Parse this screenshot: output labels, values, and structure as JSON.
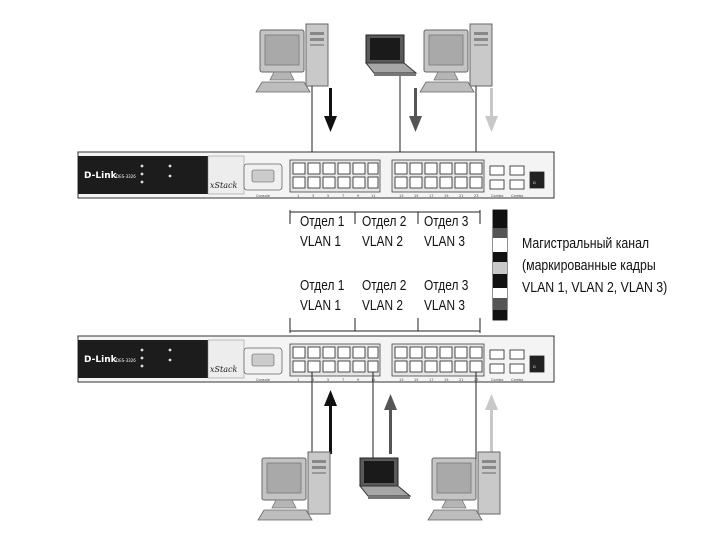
{
  "switch_top": {
    "brand": "D-Link",
    "model": "DES-3326",
    "series": "xStack",
    "console": "Console",
    "port_numbers": [
      "1",
      "3",
      "5",
      "7",
      "9",
      "11",
      "13",
      "15",
      "17",
      "19",
      "21",
      "23"
    ],
    "combo": [
      "Combo",
      "Combo",
      "G"
    ]
  },
  "switch_bottom": {
    "brand": "D-Link",
    "model": "DES-3326",
    "series": "xStack",
    "console": "Console",
    "port_numbers": [
      "1",
      "3",
      "5",
      "7",
      "9",
      "11",
      "13",
      "15",
      "17",
      "19",
      "21",
      "23"
    ],
    "combo": [
      "Combo",
      "Combo",
      "G"
    ]
  },
  "top_groups": [
    {
      "dept": "Отдел 1",
      "vlan": "VLAN 1"
    },
    {
      "dept": "Отдел 2",
      "vlan": "VLAN 2"
    },
    {
      "dept": "Отдел 3",
      "vlan": "VLAN 3"
    }
  ],
  "bottom_groups": [
    {
      "dept": "Отдел 1",
      "vlan": "VLAN 1"
    },
    {
      "dept": "Отдел 2",
      "vlan": "VLAN 2"
    },
    {
      "dept": "Отдел 3",
      "vlan": "VLAN 3"
    }
  ],
  "trunk": {
    "line1": "Магистральный канал",
    "line2": "(маркированные кадры",
    "line3": "VLAN 1, VLAN 2, VLAN 3)"
  },
  "colors": {
    "vlan1": "#111111",
    "vlan2": "#555555",
    "vlan3": "#c8c8c8",
    "device": "#b8b8b8"
  }
}
